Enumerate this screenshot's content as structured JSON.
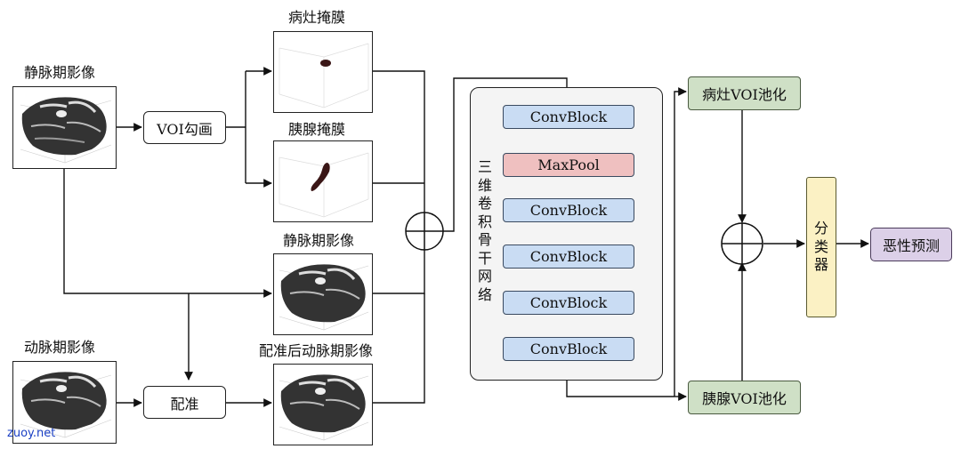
{
  "left_column": {
    "venous_label": "静脉期影像",
    "arterial_label": "动脉期影像"
  },
  "processing": {
    "voi_label": "VOI勾画",
    "registration_label": "配准"
  },
  "masks": {
    "lesion_label": "病灶掩膜",
    "pancreas_label": "胰腺掩膜"
  },
  "middle_images": {
    "venous_label": "静脉期影像",
    "registered_label": "配准后动脉期影像"
  },
  "backbone": {
    "title": "三维卷积骨干网络",
    "blocks": [
      "ConvBlock",
      "MaxPool",
      "ConvBlock",
      "ConvBlock",
      "ConvBlock",
      "ConvBlock"
    ]
  },
  "pooling": {
    "lesion_label": "病灶VOI池化",
    "pancreas_label": "胰腺VOI池化"
  },
  "classifier": {
    "label": "分类器"
  },
  "output": {
    "label": "恶性预测"
  },
  "watermark": {
    "text": "zuoy.net"
  },
  "colors": {
    "convblock": "#c9dcf3",
    "maxpool": "#efc0c0",
    "voi_pool": "#cfe0c6",
    "classifier": "#fbf1c4",
    "prediction": "#dcd0e8"
  }
}
